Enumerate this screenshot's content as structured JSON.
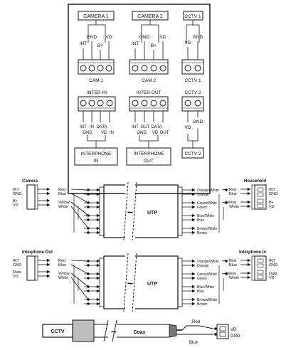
{
  "panel": {
    "cam1_label": "CAMERA 1",
    "cam2_label": "CAMERA 2",
    "cctv1_label": "CCTV 1",
    "cctv2_label": "CCTV 2",
    "cam_pins": [
      "INT",
      "GND",
      "B+",
      "VD"
    ],
    "cam1_name": "CAM 1",
    "cam2_name": "CAM 2",
    "cctv_pins": [
      "VD",
      "GND"
    ],
    "cctv1_name": "CCTV 1",
    "inter_in_title": "INTER IN",
    "inter_out_title": "INTER OUT",
    "inter_pins_top": [
      "INT",
      "IN",
      "DATA"
    ],
    "inter_pins_bottom": [
      "GND",
      "VD",
      "IN"
    ],
    "inter_out_pins_top": [
      "INT",
      "OUT",
      "DATA"
    ],
    "inter_out_pins_bottom": [
      "GND",
      "VD",
      "OUT"
    ],
    "interphone_in": [
      "INTERPHONE",
      "IN"
    ],
    "interphone_out": [
      "INTERPHONE",
      "OUT"
    ]
  },
  "utp1": {
    "left_title": "Camera",
    "right_title": "Household",
    "left_pins": [
      "INT",
      "GND",
      "B+",
      "VD"
    ],
    "right_pins": [
      "INT",
      "GND",
      "B+",
      "VD"
    ],
    "left_wires": [
      "Red",
      "Blue",
      "Yellow",
      "White"
    ],
    "right_pair_wires": [
      "Orange/White",
      "Orange",
      "Green/White",
      "Green",
      "Blue/White",
      "Blue",
      "Brown/White",
      "Brown"
    ],
    "right_term_wires": [
      "Red",
      "Blue",
      "Yellow",
      "White"
    ],
    "cable_label": "UTP",
    "break_symbol": "~"
  },
  "utp2": {
    "left_title": "Interphone Out",
    "right_title": "Interphone In",
    "left_pins": [
      "INT",
      "GND",
      "Data",
      "VD"
    ],
    "right_pins": [
      "INT",
      "GND",
      "Data",
      "VD"
    ],
    "left_wires": [
      "Red",
      "Blue",
      "Yellow",
      "White"
    ],
    "right_pair_wires": [
      "Orange/White",
      "Orange",
      "Green/White",
      "Green",
      "Blue/White",
      "Blue",
      "Brown/White",
      "Brown"
    ],
    "right_term_wires": [
      "Red",
      "Blue",
      "Yellow",
      "White"
    ],
    "cable_label": "UTP",
    "break_symbol": "~"
  },
  "coax": {
    "source_label": "CCTV",
    "cable_label": "Coax",
    "break_symbol": "~",
    "wires": [
      "Red",
      "Blue"
    ],
    "pins": [
      "VD",
      "GND"
    ]
  }
}
